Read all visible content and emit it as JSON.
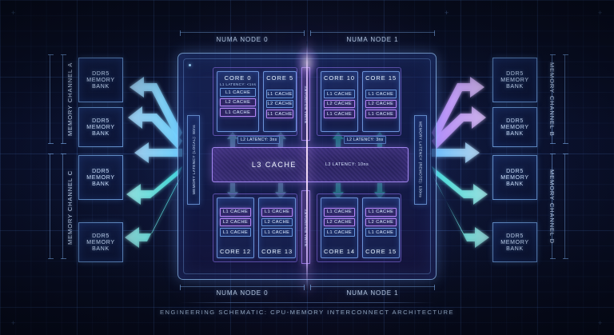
{
  "caption": "ENGINEERING SCHEMATIC: CPU-MEMORY INTERCONNECT ARCHITECTURE",
  "numa": {
    "top_left": "NUMA NODE 0",
    "top_right": "NUMA NODE 1",
    "bottom_left": "NUMA NODE 0",
    "bottom_right": "NUMA NODE 1",
    "boundary_label": "NUMA BOUNDARY"
  },
  "memory_channels": [
    {
      "id": "A",
      "label": "MEMORY CHANNEL A",
      "side": "left",
      "position": "top"
    },
    {
      "id": "C",
      "label": "MEMORY CHANNEL C",
      "side": "left",
      "position": "bottom"
    },
    {
      "id": "B",
      "label": "MEMORY CHANNEL B",
      "side": "right",
      "position": "top"
    },
    {
      "id": "D",
      "label": "MEMORY CHANNEL D",
      "side": "right",
      "position": "bottom"
    }
  ],
  "memory_banks": {
    "label_line1": "DDR5",
    "label_line2": "MEMORY",
    "label_line3": "BANK",
    "count": 8
  },
  "memory_controllers": {
    "local": "MEMORY LATENCY (LOCAL): 80ns",
    "remote": "MEMORY LATENCY (REMOTE): 130ns"
  },
  "cores": {
    "top_left": [
      {
        "name": "CORE 0",
        "sub": "L1 LATENCY: <1ns",
        "caches": [
          "L1 CACHE",
          "L2 CACHE",
          "L1 CACHE"
        ]
      },
      {
        "name": "CORE 5",
        "sub": "",
        "caches": [
          "L1 CACHE",
          "L2 CACHE",
          "L1 CACHE"
        ]
      }
    ],
    "top_right": [
      {
        "name": "CORE 10",
        "sub": "",
        "caches": [
          "L1 CACHE",
          "L2 CACHE",
          "L1 CACHE"
        ]
      },
      {
        "name": "CORE 15",
        "sub": "",
        "caches": [
          "L1 CACHE",
          "L2 CACHE",
          "L1 CACHE"
        ]
      }
    ],
    "bottom_left": [
      {
        "name": "CORE 12",
        "sub": "",
        "caches": [
          "L1 CACHE",
          "L2 CACHE",
          "L1 CACHE"
        ]
      },
      {
        "name": "CORE 13",
        "sub": "",
        "caches": [
          "L1 CACHE",
          "L2 CACHE",
          "L1 CACHE"
        ]
      }
    ],
    "bottom_right": [
      {
        "name": "CORE 14",
        "sub": "",
        "caches": [
          "L1 CACHE",
          "L2 CACHE",
          "L1 CACHE"
        ]
      },
      {
        "name": "CORE 15",
        "sub": "",
        "caches": [
          "L1 CACHE",
          "L2 CACHE",
          "L1 CACHE"
        ]
      }
    ]
  },
  "l3": {
    "title": "L3 CACHE",
    "latency": "L3 LATENCY: 10ns"
  },
  "latency_tags": {
    "l2_left": "L2 LATENCY: 3ns",
    "l2_right": "L2 LATENCY: 3ns"
  },
  "colors": {
    "background": "#080d1f",
    "grid": "#4678d2",
    "accent_blue": "#7dc8ff",
    "accent_cyan": "#35e8e0",
    "accent_violet": "#b58cff",
    "text": "#cfe2ff"
  }
}
